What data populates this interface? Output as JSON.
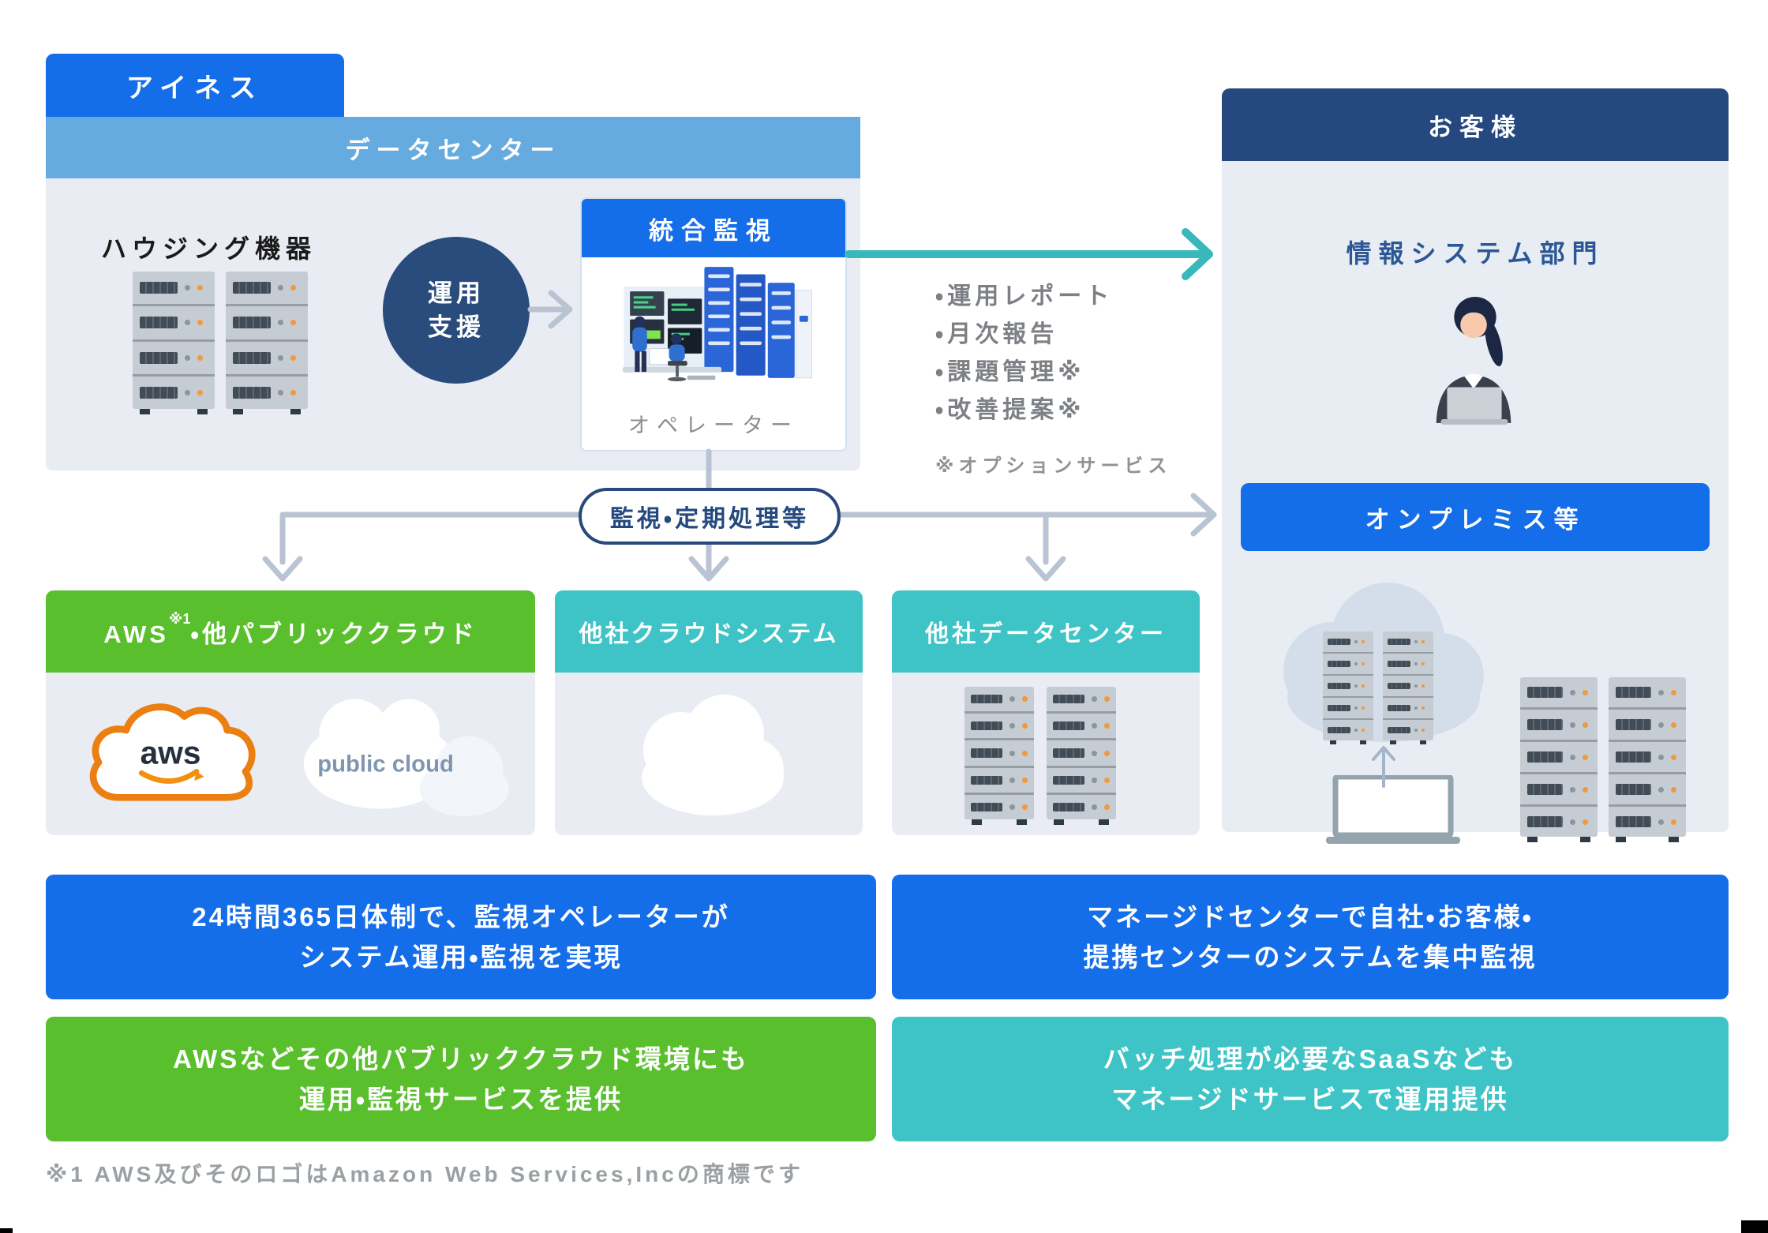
{
  "colors": {
    "primary_blue": "#146de9",
    "light_blue": "#66abdf",
    "navy": "#25497e",
    "circle_navy": "#2a4c7d",
    "green": "#5abf2d",
    "teal": "#3ec4c6",
    "teal_arrow": "#38b8ba",
    "connector_gray": "#b9c3d3",
    "panel_bg": "#e9edf3"
  },
  "ines": {
    "label": "アイネス"
  },
  "datacenter": {
    "header": "データセンター",
    "housing_label": "ハウジング機器",
    "operation_support_line1": "運用",
    "operation_support_line2": "支援",
    "monitoring_header": "統合監視",
    "operator_caption": "オペレーター"
  },
  "reports": {
    "items": [
      "・運用レポート",
      "・月次報告",
      "・課題管理※",
      "・改善提案※"
    ],
    "note": "※オプションサービス"
  },
  "customer": {
    "header": "お客様",
    "department": "情報システム部門",
    "onpremise_label": "オンプレミス等"
  },
  "pill_label": "監視・定期処理等",
  "cloud_boxes": {
    "aws": {
      "title_main": "AWS",
      "title_sup": "※1",
      "title_rest": "・他パブリッククラウド",
      "aws_logo_text": "aws",
      "public_cloud_label": "public cloud"
    },
    "other_cloud_title": "他社クラウドシステム",
    "other_dc_title": "他社データセンター"
  },
  "banners": {
    "blue_left": [
      "24時間365日体制で、監視オペレーターが",
      "システム運用・監視を実現"
    ],
    "blue_right": [
      "マネージドセンターで自社・お客様・",
      "提携センターのシステムを集中監視"
    ],
    "green": [
      "AWSなどその他パブリッククラウド環境にも",
      "運用・監視サービスを提供"
    ],
    "teal": [
      "バッチ処理が必要なSaaSなども",
      "マネージドサービスで運用提供"
    ]
  },
  "footnote": "※1 AWS及びそのロゴはAmazon Web Services,Incの商標です"
}
